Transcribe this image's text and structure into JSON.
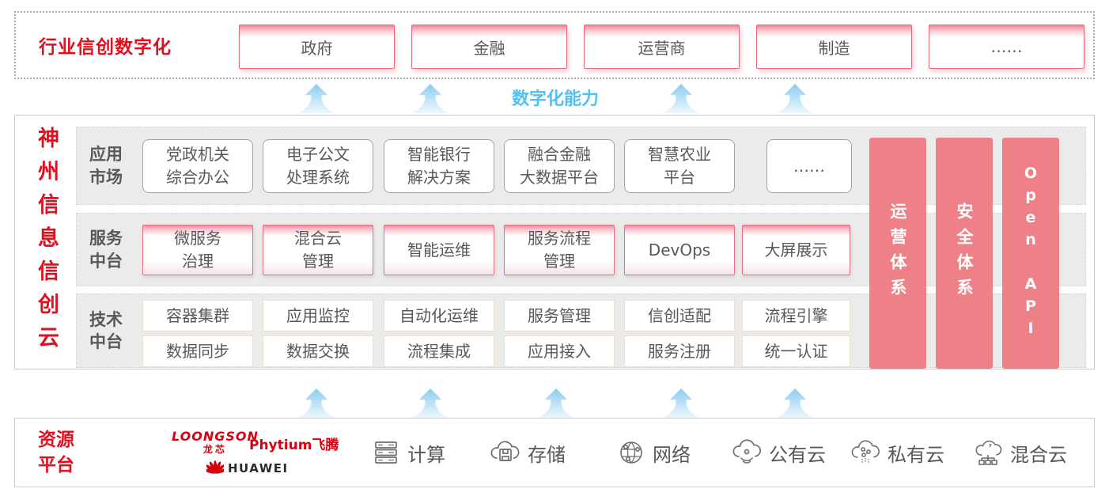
{
  "colors": {
    "accent_red": "#e2101f",
    "salmon_pillar": "#ee8188",
    "sky_blue": "#4fc1f2",
    "box_text_gray": "#595757",
    "pink_border": "#e77286"
  },
  "top_banner": {
    "label": "行业信创数字化",
    "industries": [
      "政府",
      "金融",
      "运营商",
      "制造",
      "……"
    ]
  },
  "capability_label": "数字化能力",
  "platform": {
    "title": "神州信息信创云",
    "app_label": "应用\n市场",
    "app_items": [
      "党政机关\n综合办公",
      "电子公文\n处理系统",
      "智能银行\n解决方案",
      "融合金融\n大数据平台",
      "智慧农业\n平台",
      "……"
    ],
    "service_label": "服务\n中台",
    "service_items": [
      "微服务\n治理",
      "混合云\n管理",
      "智能运维",
      "服务流程\n管理",
      "DevOps",
      "大屏展示"
    ],
    "tech_label": "技术\n中台",
    "tech_items_row1": [
      "容器集群",
      "应用监控",
      "自动化运维",
      "服务管理",
      "信创适配",
      "流程引擎"
    ],
    "tech_items_row2": [
      "数据同步",
      "数据交换",
      "流程集成",
      "应用接入",
      "服务注册",
      "统一认证"
    ],
    "pillars": [
      "运营体系",
      "安全体系",
      "Open API"
    ]
  },
  "resources": {
    "label": "资源\n平台",
    "vendors": {
      "loongson": "LOONGSON",
      "loongson_cn": "龙芯",
      "phytium": "Phytium飞腾",
      "huawei": "HUAWEI"
    },
    "items": [
      {
        "icon": "compute-icon",
        "label": "计算"
      },
      {
        "icon": "storage-icon",
        "label": "存储"
      },
      {
        "icon": "network-icon",
        "label": "网络"
      },
      {
        "icon": "public-cloud-icon",
        "label": "公有云"
      },
      {
        "icon": "private-cloud-icon",
        "label": "私有云"
      },
      {
        "icon": "hybrid-cloud-icon",
        "label": "混合云"
      }
    ]
  }
}
